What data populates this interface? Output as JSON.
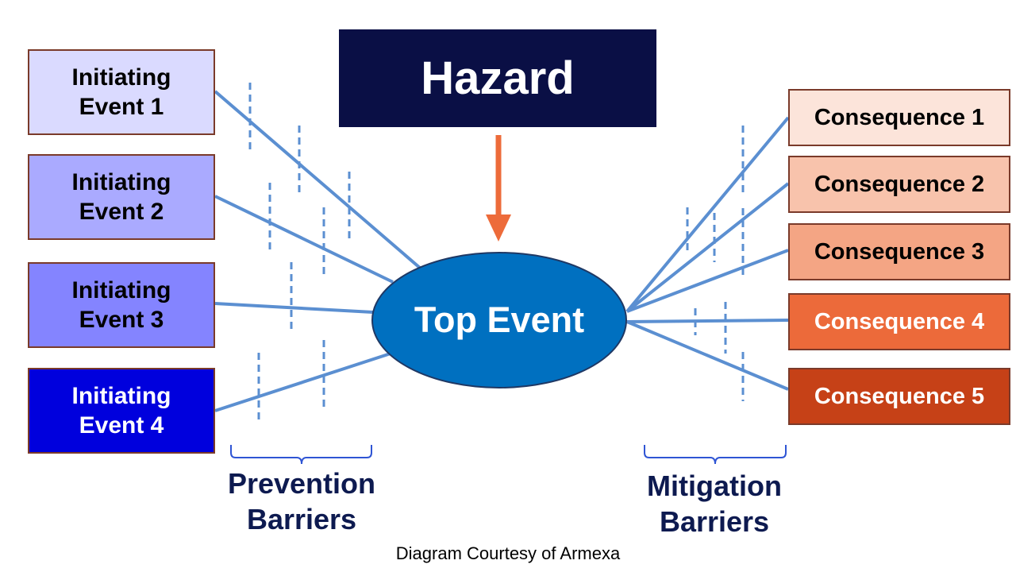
{
  "hazard": {
    "label": "Hazard"
  },
  "top_event": {
    "label": "Top Event"
  },
  "initiating_events": [
    {
      "label": "Initiating Event 1"
    },
    {
      "label": "Initiating Event 2"
    },
    {
      "label": "Initiating Event 3"
    },
    {
      "label": "Initiating Event 4"
    }
  ],
  "consequences": [
    {
      "label": "Consequence 1"
    },
    {
      "label": "Consequence 2"
    },
    {
      "label": "Consequence 3"
    },
    {
      "label": "Consequence 4"
    },
    {
      "label": "Consequence 5"
    }
  ],
  "barriers": {
    "prevention": "Prevention Barriers",
    "mitigation": "Mitigation Barriers"
  },
  "credit": "Diagram Courtesy of Armexa",
  "colors": {
    "hazard_bg": "#0a0f45",
    "top_event_fill": "#0070c0",
    "top_event_border": "#1f3864",
    "connector_line": "#5b8fd1",
    "hazard_arrow": "#ed6b3a",
    "barrier_label": "#0d1a50",
    "brace": "#2f55d4",
    "box_border": "#7a3a2a",
    "initiating_fills": [
      "#dadaff",
      "#aaaaff",
      "#8484ff",
      "#0000dd"
    ],
    "initiating_text": [
      "#000000",
      "#000000",
      "#000000",
      "#ffffff"
    ],
    "consequence_fills": [
      "#fce4da",
      "#f8c3ac",
      "#f4a584",
      "#ec6a3a",
      "#c64117"
    ],
    "consequence_text": [
      "#000000",
      "#000000",
      "#000000",
      "#ffffff",
      "#ffffff"
    ]
  }
}
